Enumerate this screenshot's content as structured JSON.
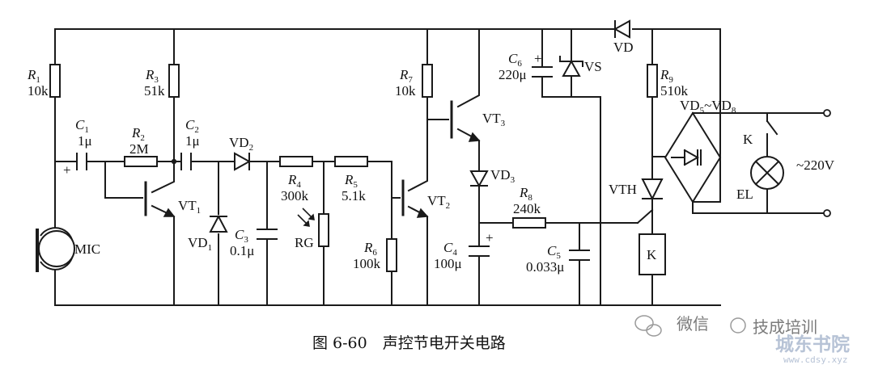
{
  "caption": "图 6-60　声控节电开关电路",
  "watermark": {
    "wechat_text": "微信",
    "account_text": "技成培训",
    "site_name": "城东书院",
    "site_url": "www.cdsy.xyz"
  },
  "components": {
    "R1": {
      "ref": "R",
      "sub": "1",
      "value": "10k"
    },
    "R2": {
      "ref": "R",
      "sub": "2",
      "value": "2M"
    },
    "R3": {
      "ref": "R",
      "sub": "3",
      "value": "51k"
    },
    "R4": {
      "ref": "R",
      "sub": "4",
      "value": "300k"
    },
    "R5": {
      "ref": "R",
      "sub": "5",
      "value": "5.1k"
    },
    "R6": {
      "ref": "R",
      "sub": "6",
      "value": "100k"
    },
    "R7": {
      "ref": "R",
      "sub": "7",
      "value": "10k"
    },
    "R8": {
      "ref": "R",
      "sub": "8",
      "value": "240k"
    },
    "R9": {
      "ref": "R",
      "sub": "9",
      "value": "510k"
    },
    "C1": {
      "ref": "C",
      "sub": "1",
      "value": "1μ"
    },
    "C2": {
      "ref": "C",
      "sub": "2",
      "value": "1μ"
    },
    "C3": {
      "ref": "C",
      "sub": "3",
      "value": "0.1μ"
    },
    "C4": {
      "ref": "C",
      "sub": "4",
      "value": "100μ"
    },
    "C5": {
      "ref": "C",
      "sub": "5",
      "value": "0.033μ"
    },
    "C6": {
      "ref": "C",
      "sub": "6",
      "value": "220μ"
    },
    "VT1": {
      "ref": "VT",
      "sub": "1"
    },
    "VT2": {
      "ref": "VT",
      "sub": "2"
    },
    "VT3": {
      "ref": "VT",
      "sub": "3"
    },
    "VD1": {
      "ref": "VD",
      "sub": "1"
    },
    "VD2": {
      "ref": "VD",
      "sub": "2"
    },
    "VD3": {
      "ref": "VD",
      "sub": "3"
    },
    "VD": {
      "label": "VD"
    },
    "VS": {
      "label": "VS"
    },
    "VTH": {
      "label": "VTH"
    },
    "RG": {
      "label": "RG"
    },
    "MIC": {
      "label": "MIC"
    },
    "bridge": {
      "ref": "VD",
      "sub_a": "5",
      "sep": "~",
      "sub_b": "8"
    },
    "relay_coil": {
      "label": "K"
    },
    "relay_contact": {
      "label": "K"
    },
    "lamp": {
      "label": "EL"
    },
    "supply": {
      "label": "~220V"
    },
    "plus_sign": "+"
  }
}
